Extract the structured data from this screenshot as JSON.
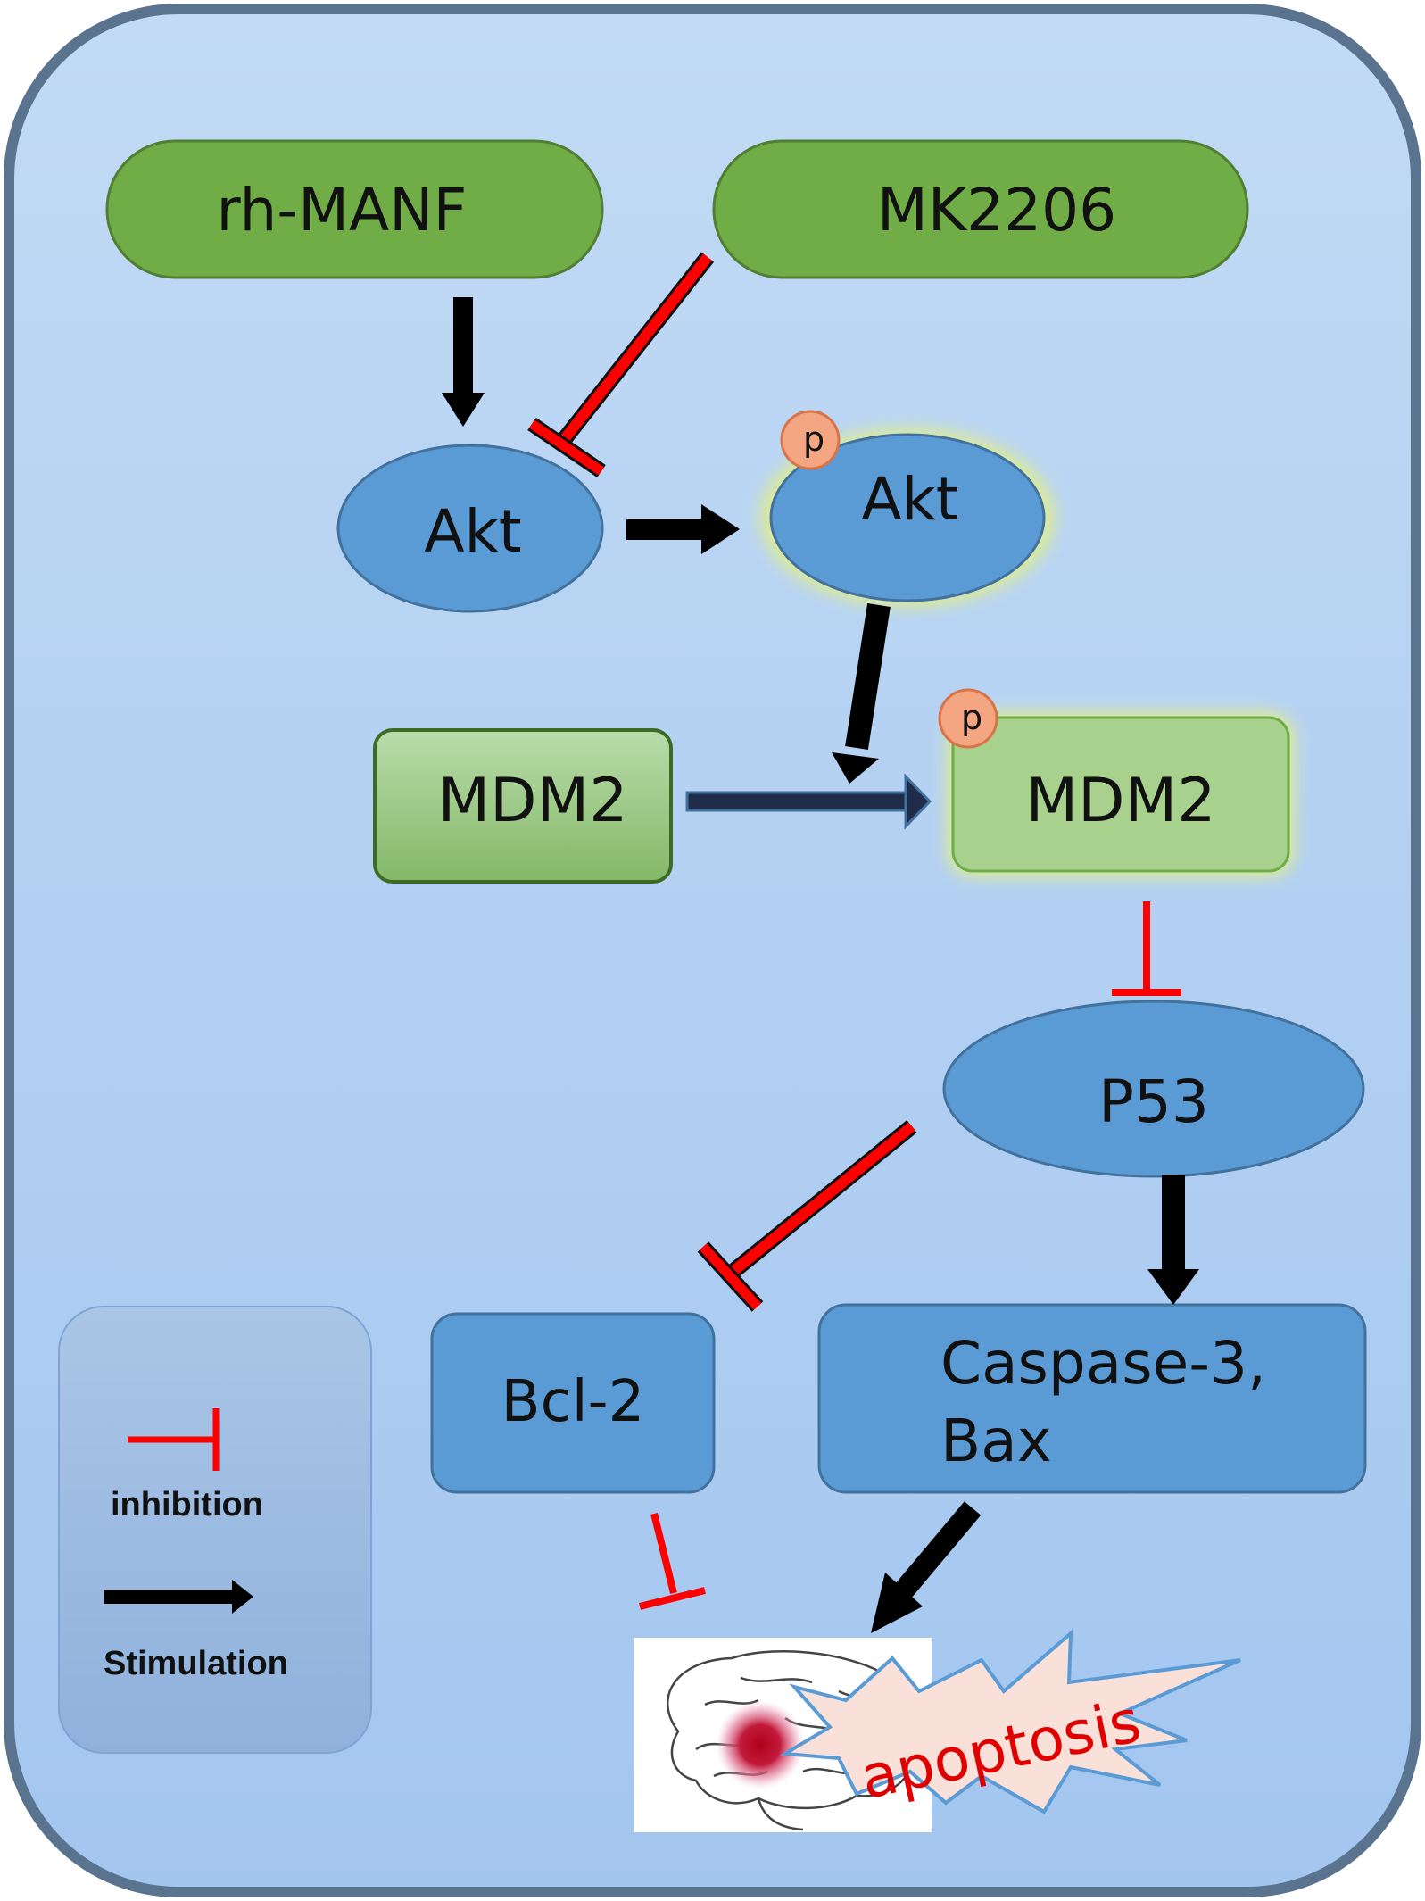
{
  "nodes": {
    "rh_manf": "rh-MANF",
    "mk2206": "MK2206",
    "akt": "Akt",
    "p_akt": "Akt",
    "p_akt_badge": "p",
    "mdm2": "MDM2",
    "p_mdm2": "MDM2",
    "p_mdm2_badge": "p",
    "p53": "P53",
    "bcl2": "Bcl-2",
    "caspase_line1": "Caspase-3,",
    "caspase_line2": "Bax",
    "apoptosis": "apoptosis"
  },
  "legend": {
    "inhibition": "inhibition",
    "stimulation": "Stimulation"
  },
  "colors": {
    "background": "#a9c9ef",
    "green": "#70ad47",
    "blue": "#5b9bd5",
    "light_green": "#a9d18e",
    "badge": "#f4a582",
    "inhibit": "#ff0000",
    "stimulate": "#000000"
  }
}
